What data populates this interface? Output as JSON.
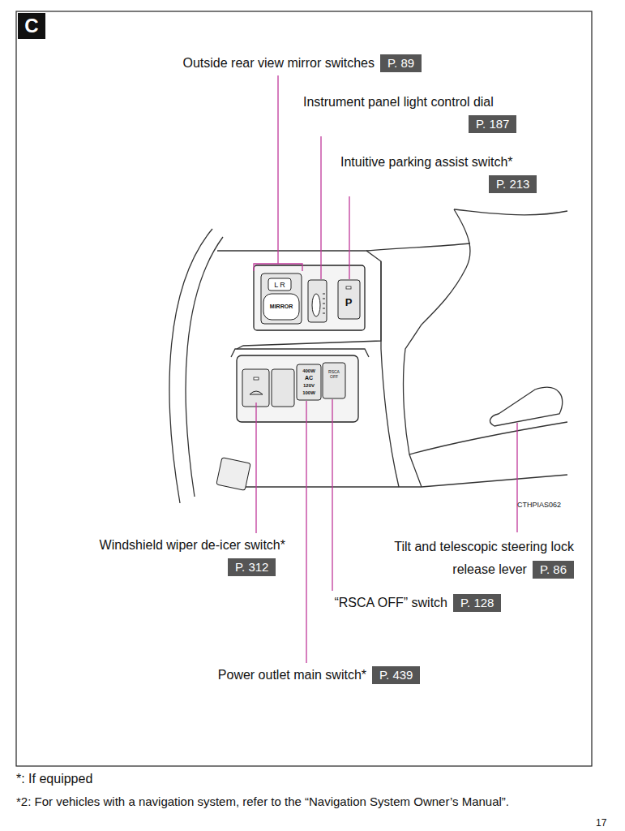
{
  "diagram": {
    "labels": [
      "C",
      "Outside rear view mirror switches",
      "P. 89",
      "Instrument panel light control dial",
      "P. 187",
      "Intuitive parking assist switch*",
      "P. 213",
      "L R",
      "MIRROR",
      "P",
      "400W",
      "AC",
      "120V",
      "100W",
      "RSCA OFF",
      "CTHPIAS062",
      "Windshield wiper de-icer switch*",
      "P. 312",
      "Tilt and telescopic steering lock release lever",
      "P. 86",
      "“RSCA OFF” switch",
      "P. 128",
      "Power outlet main switch*",
      "P. 439",
      "*: If equipped",
      "*2: For vehicles with a navigation system, refer to the “Navigation System Owner’s Manual”.",
      "17"
    ]
  }
}
